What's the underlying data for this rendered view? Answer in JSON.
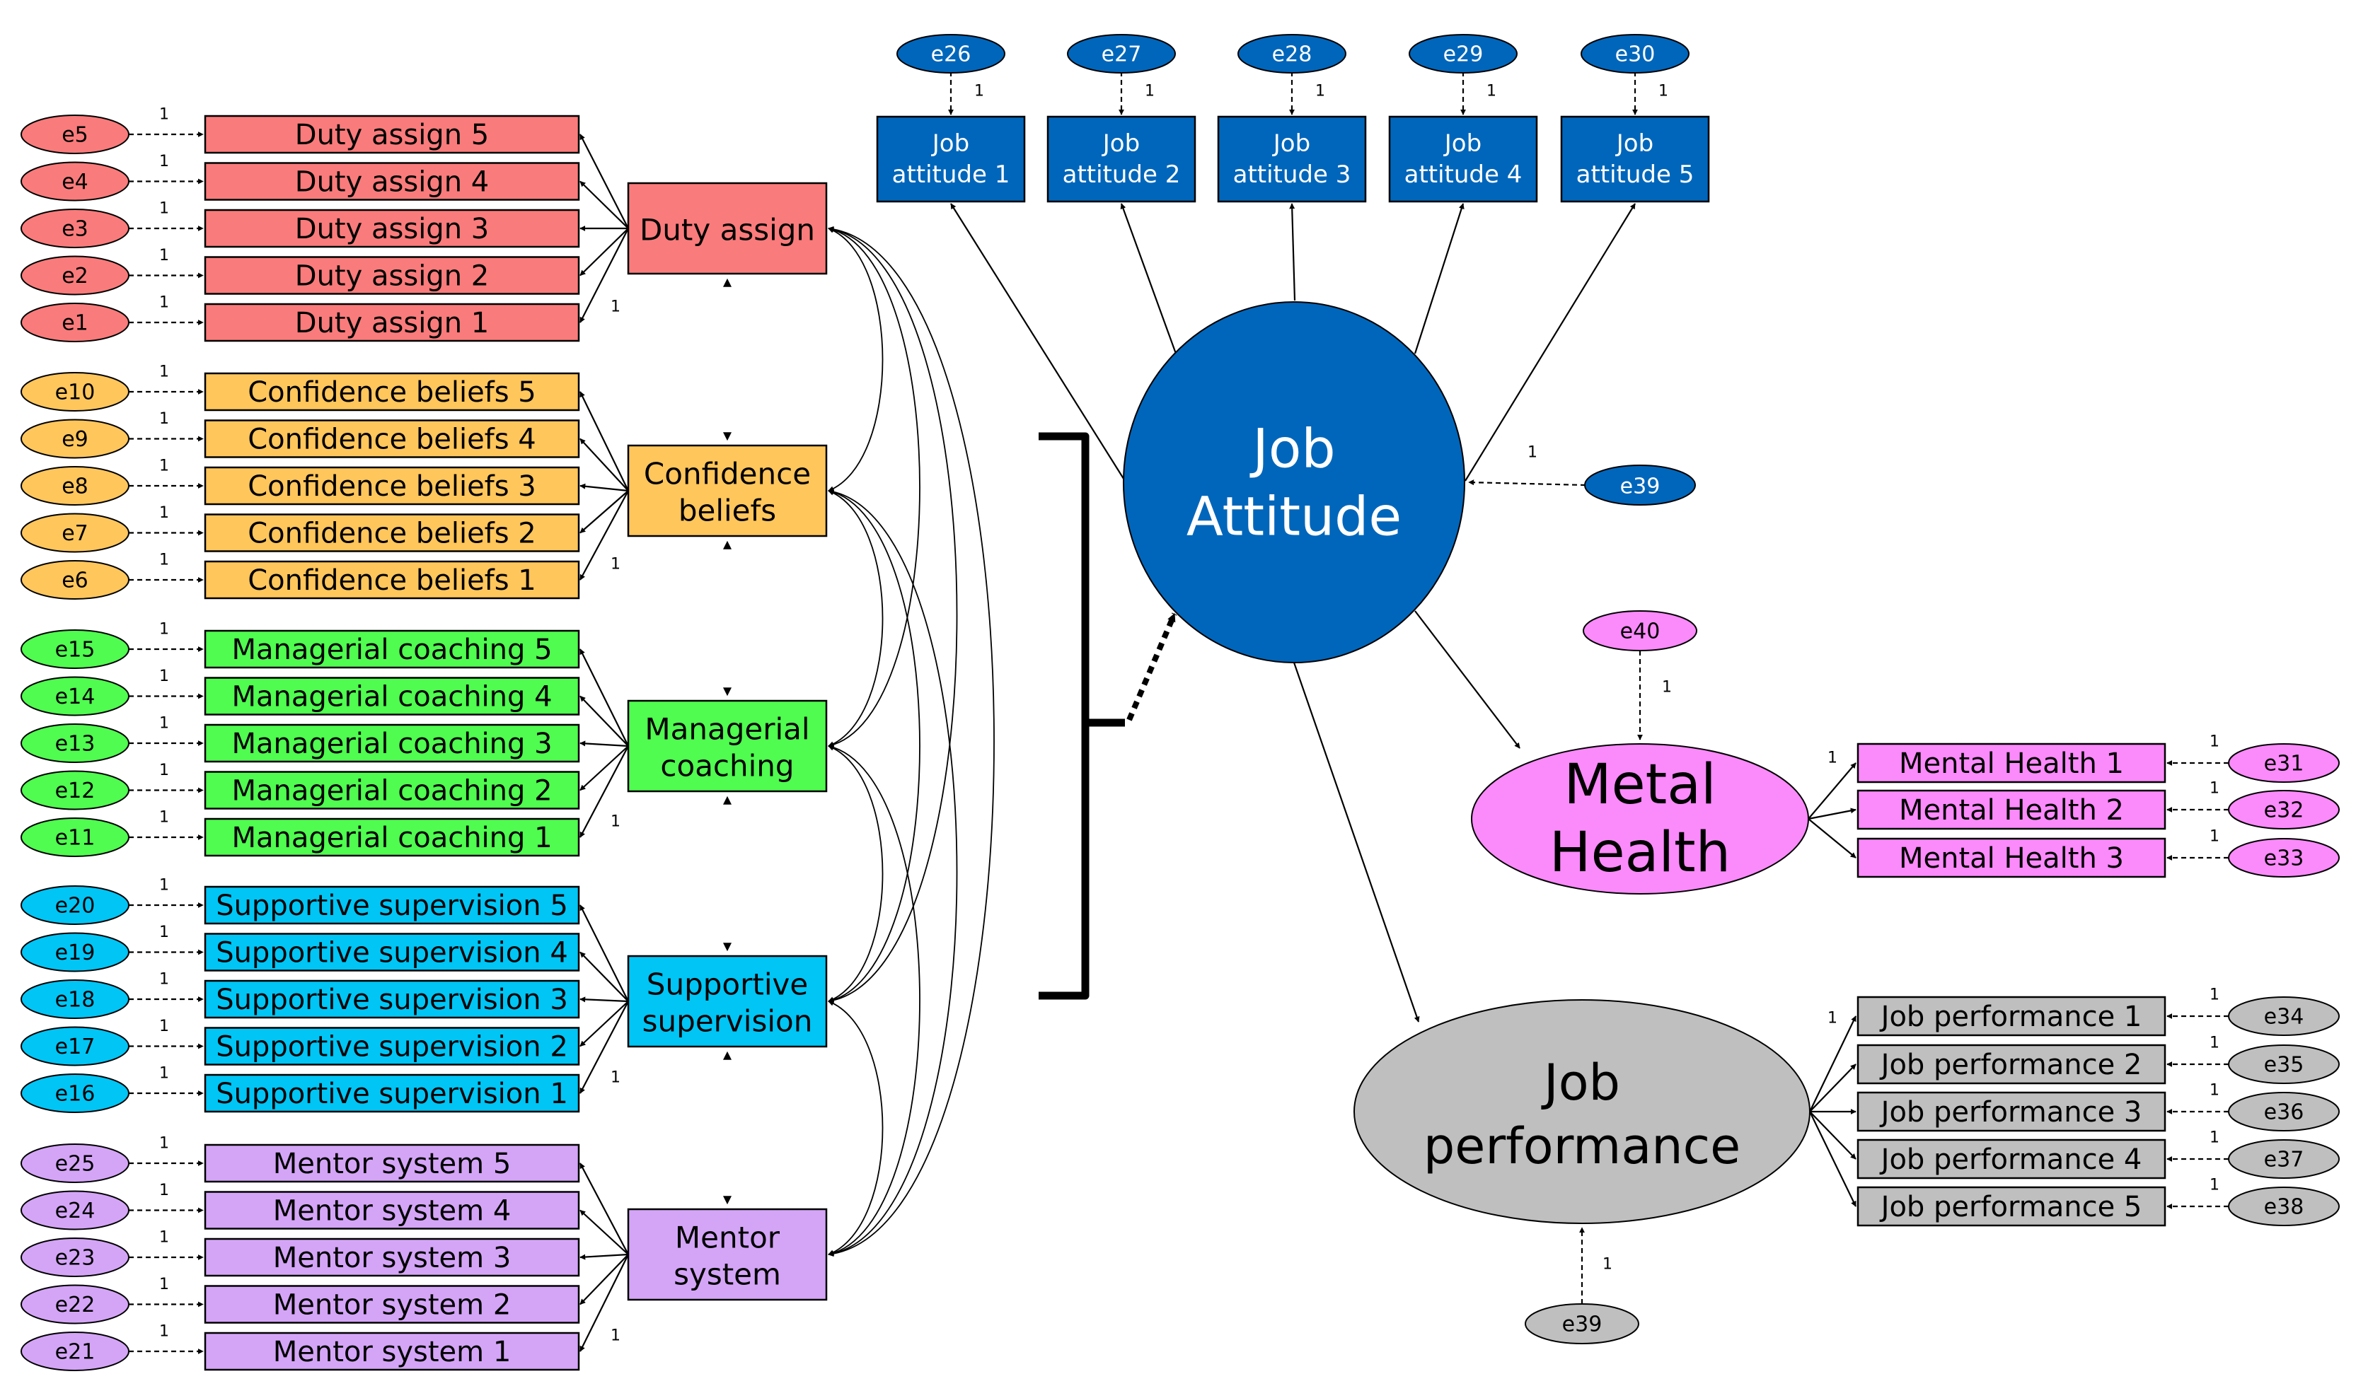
{
  "colors": {
    "duty": "#fa7b7b",
    "confidence": "#ffc65c",
    "managerial": "#4ffc4f",
    "supportive": "#00c5f5",
    "mentor": "#d4a5f7",
    "attitude": "#0066bb",
    "mental": "#fb8afb",
    "performance": "#bfbfbf"
  },
  "groups": [
    {
      "id": "duty",
      "factor": [
        "Duty assign"
      ],
      "items": [
        "Duty assign 5",
        "Duty assign 4",
        "Duty assign 3",
        "Duty assign 2",
        "Duty assign 1"
      ],
      "errors": [
        "e5",
        "e4",
        "e3",
        "e2",
        "e1"
      ]
    },
    {
      "id": "confidence",
      "factor": [
        "Confidence",
        "beliefs"
      ],
      "items": [
        "Confidence beliefs 5",
        "Confidence beliefs 4",
        "Confidence beliefs 3",
        "Confidence beliefs 2",
        "Confidence beliefs 1"
      ],
      "errors": [
        "e10",
        "e9",
        "e8",
        "e7",
        "e6"
      ]
    },
    {
      "id": "managerial",
      "factor": [
        "Managerial",
        "coaching"
      ],
      "items": [
        "Managerial coaching 5",
        "Managerial coaching 4",
        "Managerial coaching 3",
        "Managerial coaching 2",
        "Managerial coaching 1"
      ],
      "errors": [
        "e15",
        "e14",
        "e13",
        "e12",
        "e11"
      ]
    },
    {
      "id": "supportive",
      "factor": [
        "Supportive",
        "supervision"
      ],
      "items": [
        "Supportive supervision 5",
        "Supportive supervision 4",
        "Supportive supervision 3",
        "Supportive supervision 2",
        "Supportive supervision 1"
      ],
      "errors": [
        "e20",
        "e19",
        "e18",
        "e17",
        "e16"
      ]
    },
    {
      "id": "mentor",
      "factor": [
        "Mentor",
        "system"
      ],
      "items": [
        "Mentor system 5",
        "Mentor system 4",
        "Mentor system 3",
        "Mentor system 2",
        "Mentor system 1"
      ],
      "errors": [
        "e25",
        "e24",
        "e23",
        "e22",
        "e21"
      ]
    }
  ],
  "attitude": {
    "label": [
      "Job",
      "Attitude"
    ],
    "items": [
      [
        "Job",
        "attitude 1"
      ],
      [
        "Job",
        "attitude 2"
      ],
      [
        "Job",
        "attitude 3"
      ],
      [
        "Job",
        "attitude 4"
      ],
      [
        "Job",
        "attitude 5"
      ]
    ],
    "errors": [
      "e26",
      "e27",
      "e28",
      "e29",
      "e30"
    ],
    "disturbance": "e39"
  },
  "mental": {
    "label": [
      "Metal",
      "Health"
    ],
    "items": [
      "Mental Health 1",
      "Mental Health 2",
      "Mental Health 3"
    ],
    "errors": [
      "e31",
      "e32",
      "e33"
    ],
    "disturbance": "e40"
  },
  "performance": {
    "label": [
      "Job",
      "performance"
    ],
    "items": [
      "Job performance 1",
      "Job performance 2",
      "Job performance 3",
      "Job performance 4",
      "Job performance 5"
    ],
    "errors": [
      "e34",
      "e35",
      "e36",
      "e37",
      "e38"
    ],
    "disturbance": "e39"
  },
  "path_label": "1"
}
